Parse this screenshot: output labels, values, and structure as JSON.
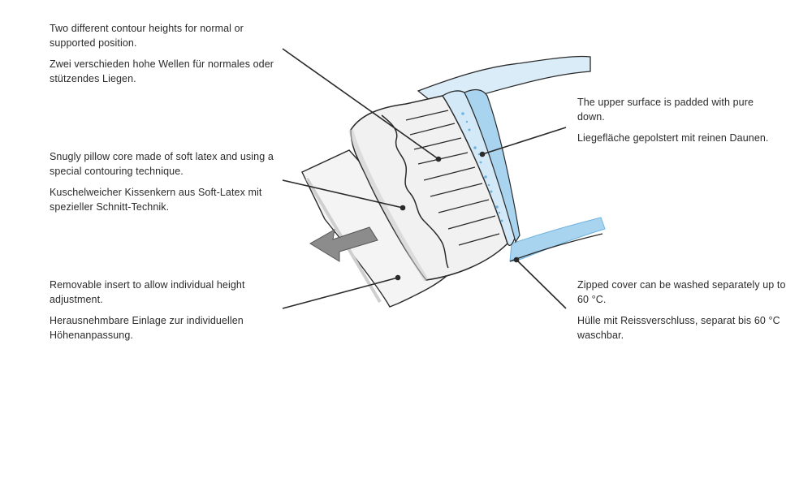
{
  "callouts": {
    "contour_heights": {
      "en": "Two different contour heights for normal or supported position.",
      "de": "Zwei verschieden hohe Wellen für normales oder stützendes Liegen."
    },
    "pillow_core": {
      "en": "Snugly pillow core made of soft latex and using a special contouring technique.",
      "de": "Kuschelweicher Kissenkern aus Soft-Latex mit spezieller Schnitt-Technik."
    },
    "removable_insert": {
      "en": "Removable insert to allow individual height adjustment.",
      "de": "Herausnehmbare Einlage zur individuellen Höhenanpassung."
    },
    "upper_surface": {
      "en": "The upper surface is padded with pure down.",
      "de": "Liegefläche gepolstert mit reinen Daunen."
    },
    "zipped_cover": {
      "en": "Zipped cover can be washed separately up to 60 °C.",
      "de": "Hülle mit Reissverschluss, separat bis 60 °C waschbar."
    }
  },
  "colors": {
    "ink": "#2a2a2a",
    "cover_blue": "#a9d4ef",
    "cover_blue_dark": "#6fb3de",
    "latex": "#f1f1f1",
    "shadow": "#cfcfcf",
    "arrow_grey": "#8c8c8c"
  }
}
